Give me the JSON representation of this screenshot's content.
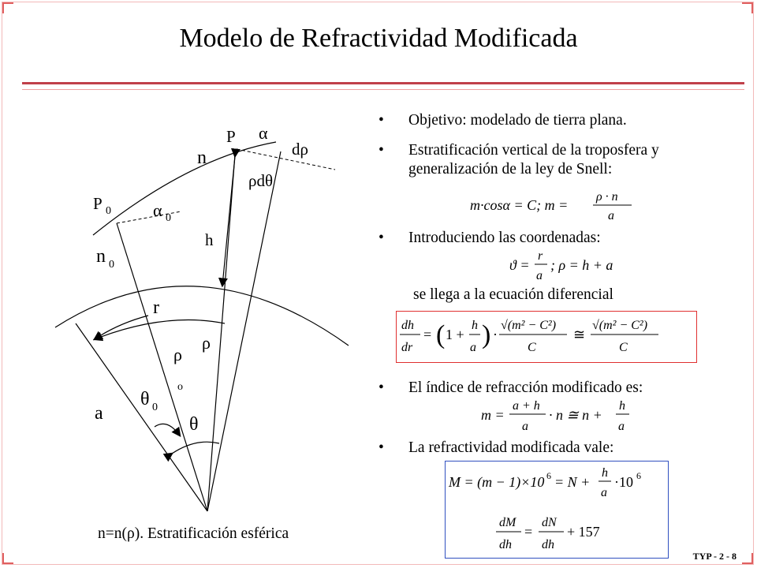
{
  "title": "Modelo de Refractividad Modificada",
  "bullets": [
    {
      "text": "Objetivo: modelado de tierra plana."
    },
    {
      "text": "Estratificación vertical de la troposfera y generalización de la ley de Snell:"
    },
    {
      "text": "Introduciendo las coordenadas:"
    },
    {
      "text": "El índice de refracción modificado es:"
    },
    {
      "text": "La refractividad modificada vale:"
    }
  ],
  "bullet_symbol": "•",
  "mid_text": "se llega a la ecuación diferencial",
  "caption": "n=n(ρ). Estratificación esférica",
  "footer": "TYP - 2 - 8",
  "equations": {
    "snell": "m·cosα = C; m = ρ·n / a",
    "coords": "ϑ = r / a; ρ = h + a",
    "diff": "dh/dr = (1 + h/a)·√(m²−C²)/C ≅ √(m²−C²)/C",
    "modified_index": "m = (a+h)/a · n ≅ n + h/a",
    "refractivity": "M = (m−1)×10⁶ = N + h/a·10⁶",
    "derivative": "dM/dh = dN/dh + 157"
  },
  "diagram_labels": {
    "P": "P",
    "alpha": "α",
    "drho": "dρ",
    "n": "n",
    "rhodtheta": "ρdθ",
    "P0": "P",
    "P0_sub": "0",
    "alpha0": "α",
    "alpha0_sub": "0",
    "h": "h",
    "n0": "n",
    "n0_sub": "0",
    "r": "r",
    "rho_o": "ρ",
    "rho_o_sub": "o",
    "rho": "ρ",
    "theta0": "θ",
    "theta0_sub": "0",
    "theta": "θ",
    "a": "a"
  },
  "colors": {
    "title_rule": "#c0404a",
    "diff_box": "#e03030",
    "refractivity_box": "#3050c0"
  }
}
